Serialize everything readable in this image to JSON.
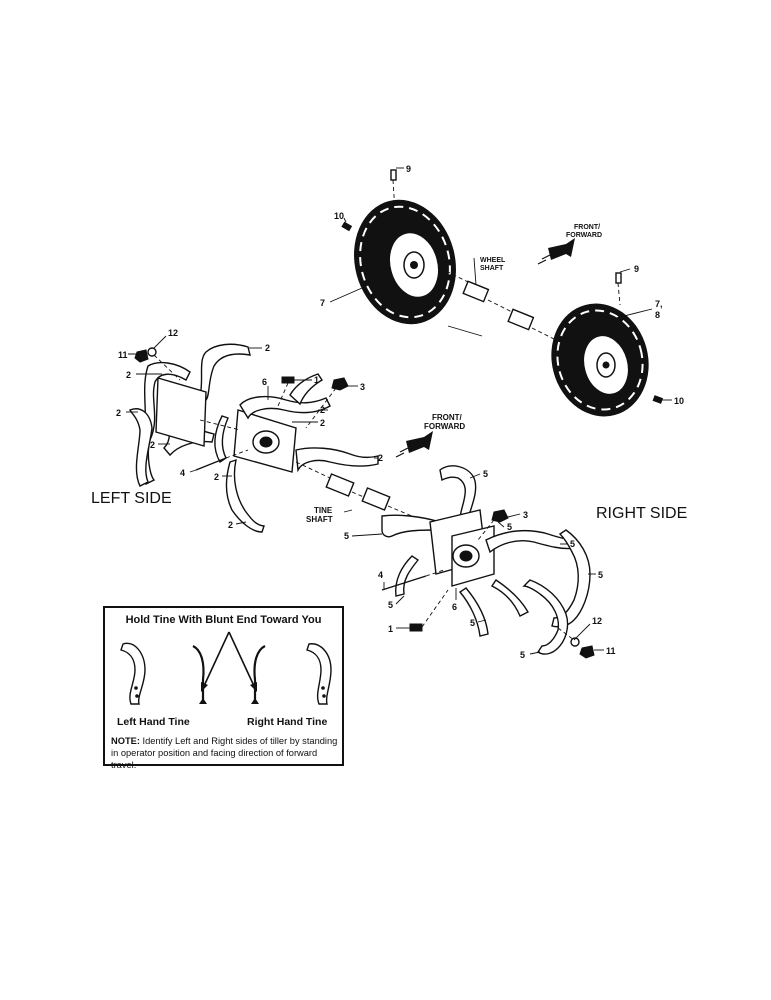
{
  "callouts": {
    "n1a": "1",
    "n1b": "1",
    "n2a": "2",
    "n2b": "2",
    "n2c": "2",
    "n2d": "2",
    "n2e": "2",
    "n2f": "2",
    "n2g": "2",
    "n2h": "2",
    "n2i": "2",
    "n3a": "3",
    "n3b": "3",
    "n4a": "4",
    "n4b": "4",
    "n5a": "5",
    "n5b": "5",
    "n5c": "5",
    "n5d": "5",
    "n5e": "5",
    "n5f": "5",
    "n5g": "5",
    "n5h": "5",
    "n6a": "6",
    "n6b": "6",
    "n7a": "7",
    "n7b": "7,",
    "n8": "8",
    "n9a": "9",
    "n9b": "9",
    "n10a": "10",
    "n10b": "10",
    "n11a": "11",
    "n11b": "11",
    "n12a": "12",
    "n12b": "12"
  },
  "labels": {
    "front_forward_top_1": "FRONT/",
    "front_forward_top_2": "FORWARD",
    "front_forward_mid_1": "FRONT/",
    "front_forward_mid_2": "FORWARD",
    "wheel_shaft_1": "WHEEL",
    "wheel_shaft_2": "SHAFT",
    "tine_shaft_1": "TINE",
    "tine_shaft_2": "SHAFT",
    "left_side": "LEFT SIDE",
    "right_side": "RIGHT SIDE"
  },
  "note": {
    "title": "Hold Tine With Blunt End Toward You",
    "left_label": "Left Hand Tine",
    "right_label": "Right Hand Tine",
    "prefix": "NOTE:",
    "body": " Identify Left and Right sides of tiller by standing in operator position and facing direction of forward travel."
  }
}
